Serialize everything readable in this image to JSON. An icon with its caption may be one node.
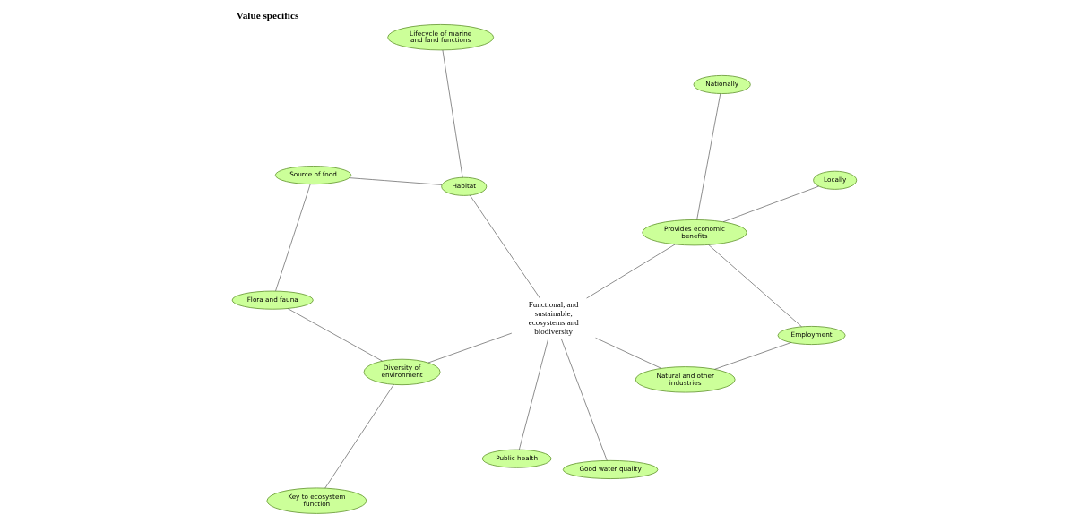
{
  "diagram": {
    "title": "Value specifics",
    "nodes": [
      {
        "text": [
          "Functional, and sustainable, ecosystems and biodiversity"
        ]
      },
      {
        "text": [
          "Diversity of environment"
        ]
      },
      {
        "text": [
          "Key to ecosystem function"
        ]
      },
      {
        "text": [
          "Flora and fauna"
        ]
      },
      {
        "text": [
          "Source of food"
        ]
      },
      {
        "text": [
          "Habitat"
        ]
      },
      {
        "text": [
          "Lifecycle of marine and land functions"
        ]
      },
      {
        "text": [
          "Good water quality"
        ]
      },
      {
        "text": [
          "Public health"
        ]
      },
      {
        "text": [
          "Natural and other industries"
        ]
      },
      {
        "text": [
          "Employment"
        ]
      },
      {
        "text": [
          "Provides economic benefits"
        ]
      },
      {
        "text": [
          "Locally"
        ]
      },
      {
        "text": [
          "Nationally"
        ]
      }
    ],
    "edges": [
      {
        "from": 0,
        "to": 1,
        "arrow": "none"
      },
      {
        "from": 1,
        "to": 2,
        "arrow": "none"
      },
      {
        "from": 1,
        "to": 3,
        "arrow": "none"
      },
      {
        "from": 3,
        "to": 4,
        "arrow": "none"
      },
      {
        "from": 4,
        "to": 5,
        "arrow": "none"
      },
      {
        "from": 0,
        "to": 5,
        "arrow": "none"
      },
      {
        "from": 5,
        "to": 6,
        "arrow": "none"
      },
      {
        "from": 0,
        "to": 7,
        "arrow": "none"
      },
      {
        "from": 0,
        "to": 8,
        "arrow": "none"
      },
      {
        "from": 0,
        "to": 9,
        "arrow": "none"
      },
      {
        "from": 9,
        "to": 10,
        "arrow": "none"
      },
      {
        "from": 10,
        "to": 11,
        "arrow": "none"
      },
      {
        "from": 0,
        "to": 11,
        "arrow": "none"
      },
      {
        "from": 11,
        "to": 12,
        "arrow": "none"
      },
      {
        "from": 11,
        "to": 13,
        "arrow": "none"
      }
    ]
  }
}
